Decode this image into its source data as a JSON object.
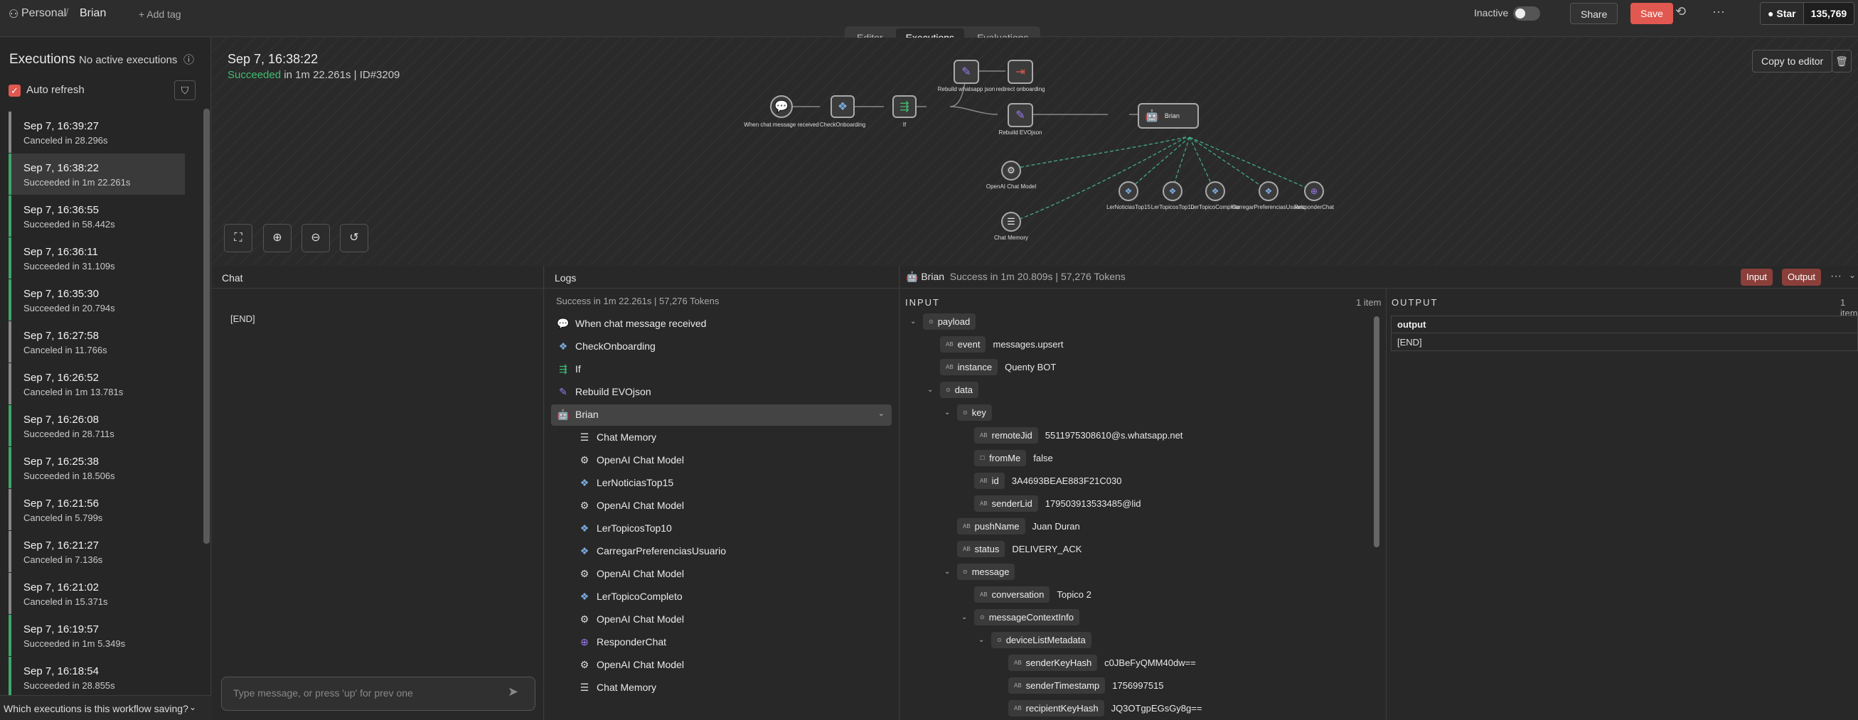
{
  "topbar": {
    "personal": "Personal",
    "separator": "/",
    "workflow": "Brian",
    "add_tag": "+ Add tag",
    "tabs": [
      "Editor",
      "Executions",
      "Evaluations"
    ],
    "active_tab": "Executions",
    "inactive_label": "Inactive",
    "share": "Share",
    "save": "Save",
    "more": "···",
    "star": "Star",
    "star_count": "135,769"
  },
  "sidebar": {
    "title": "Executions",
    "no_active": "No active executions",
    "auto_refresh": "Auto refresh",
    "executions": [
      {
        "time": "Sep 7, 16:39:27",
        "status": "Canceled in 28.296s",
        "state": "cancel"
      },
      {
        "time": "Sep 7, 16:38:22",
        "status": "Succeeded in 1m 22.261s",
        "state": "success",
        "selected": true
      },
      {
        "time": "Sep 7, 16:36:55",
        "status": "Succeeded in 58.442s",
        "state": "success"
      },
      {
        "time": "Sep 7, 16:36:11",
        "status": "Succeeded in 31.109s",
        "state": "success"
      },
      {
        "time": "Sep 7, 16:35:30",
        "status": "Succeeded in 20.794s",
        "state": "success"
      },
      {
        "time": "Sep 7, 16:27:58",
        "status": "Canceled in 11.766s",
        "state": "cancel"
      },
      {
        "time": "Sep 7, 16:26:52",
        "status": "Canceled in 1m 13.781s",
        "state": "cancel"
      },
      {
        "time": "Sep 7, 16:26:08",
        "status": "Succeeded in 28.711s",
        "state": "success"
      },
      {
        "time": "Sep 7, 16:25:38",
        "status": "Succeeded in 18.506s",
        "state": "success"
      },
      {
        "time": "Sep 7, 16:21:56",
        "status": "Canceled in 5.799s",
        "state": "cancel"
      },
      {
        "time": "Sep 7, 16:21:27",
        "status": "Canceled in 7.136s",
        "state": "cancel"
      },
      {
        "time": "Sep 7, 16:21:02",
        "status": "Canceled in 15.371s",
        "state": "cancel"
      },
      {
        "time": "Sep 7, 16:19:57",
        "status": "Succeeded in 1m 5.349s",
        "state": "success"
      },
      {
        "time": "Sep 7, 16:18:54",
        "status": "Succeeded in 28.855s",
        "state": "success"
      }
    ],
    "footer": "Which executions is this workflow saving?"
  },
  "execution": {
    "date": "Sep 7, 16:38:22",
    "status_word": "Succeeded",
    "status_rest": " in 1m 22.261s | ID#3209",
    "copy_to_editor": "Copy to editor"
  },
  "canvas": {
    "nodes": [
      {
        "label": "When chat message received"
      },
      {
        "label": "CheckOnboarding"
      },
      {
        "label": "If"
      },
      {
        "label": "Rebuild whatsapp json"
      },
      {
        "label": "redirect onboarding"
      },
      {
        "label": "Rebuild EVOjson"
      },
      {
        "label": "Brian"
      },
      {
        "label": "OpenAI Chat Model"
      },
      {
        "label": "Chat Memory"
      },
      {
        "label": "LerNoticiasTop15"
      },
      {
        "label": "LerTopicosTop10"
      },
      {
        "label": "LerTopicoCompleto"
      },
      {
        "label": "CarregarPreferenciasUsuario"
      },
      {
        "label": "ResponderChat"
      }
    ]
  },
  "chat": {
    "title": "Chat",
    "end": "[END]",
    "placeholder": "Type message, or press 'up' for prev one"
  },
  "logs": {
    "title": "Logs",
    "summary": "Success in 1m 22.261s | 57,276 Tokens",
    "items": [
      {
        "label": "When chat message received",
        "icon": "chat",
        "indent": 0
      },
      {
        "label": "CheckOnboarding",
        "icon": "pg",
        "indent": 0
      },
      {
        "label": "If",
        "icon": "if",
        "indent": 0
      },
      {
        "label": "Rebuild EVOjson",
        "icon": "pen",
        "indent": 0
      },
      {
        "label": "Brian",
        "icon": "bot",
        "indent": 0,
        "selected": true
      },
      {
        "label": "Chat Memory",
        "icon": "db",
        "indent": 1
      },
      {
        "label": "OpenAI Chat Model",
        "icon": "ai",
        "indent": 1
      },
      {
        "label": "LerNoticiasTop15",
        "icon": "pg",
        "indent": 1
      },
      {
        "label": "OpenAI Chat Model",
        "icon": "ai",
        "indent": 1
      },
      {
        "label": "LerTopicosTop10",
        "icon": "pg",
        "indent": 1
      },
      {
        "label": "CarregarPreferenciasUsuario",
        "icon": "pg",
        "indent": 1
      },
      {
        "label": "OpenAI Chat Model",
        "icon": "ai",
        "indent": 1
      },
      {
        "label": "LerTopicoCompleto",
        "icon": "pg",
        "indent": 1
      },
      {
        "label": "OpenAI Chat Model",
        "icon": "ai",
        "indent": 1
      },
      {
        "label": "ResponderChat",
        "icon": "globe",
        "indent": 1
      },
      {
        "label": "OpenAI Chat Model",
        "icon": "ai",
        "indent": 1
      },
      {
        "label": "Chat Memory",
        "icon": "db",
        "indent": 1
      }
    ]
  },
  "detail": {
    "node": "Brian",
    "meta": "Success in 1m 20.809s | 57,276 Tokens",
    "input_btn": "Input",
    "output_btn": "Output",
    "input_title": "INPUT",
    "input_count": "1 item",
    "output_title": "OUTPUT",
    "output_count": "1 item",
    "tree": [
      {
        "key": "payload",
        "value": "",
        "depth": 0,
        "type": "obj"
      },
      {
        "key": "event",
        "value": "messages.upsert",
        "depth": 1,
        "type": "str"
      },
      {
        "key": "instance",
        "value": "Quenty BOT",
        "depth": 1,
        "type": "str"
      },
      {
        "key": "data",
        "value": "",
        "depth": 1,
        "type": "obj"
      },
      {
        "key": "key",
        "value": "",
        "depth": 2,
        "type": "obj"
      },
      {
        "key": "remoteJid",
        "value": "5511975308610@s.whatsapp.net",
        "depth": 3,
        "type": "str"
      },
      {
        "key": "fromMe",
        "value": "false",
        "depth": 3,
        "type": "bool"
      },
      {
        "key": "id",
        "value": "3A4693BEAE883F21C030",
        "depth": 3,
        "type": "str"
      },
      {
        "key": "senderLid",
        "value": "179503913533485@lid",
        "depth": 3,
        "type": "str"
      },
      {
        "key": "pushName",
        "value": "Juan Duran",
        "depth": 2,
        "type": "str"
      },
      {
        "key": "status",
        "value": "DELIVERY_ACK",
        "depth": 2,
        "type": "str"
      },
      {
        "key": "message",
        "value": "",
        "depth": 2,
        "type": "obj"
      },
      {
        "key": "conversation",
        "value": "Topico 2",
        "depth": 3,
        "type": "str"
      },
      {
        "key": "messageContextInfo",
        "value": "",
        "depth": 3,
        "type": "obj"
      },
      {
        "key": "deviceListMetadata",
        "value": "",
        "depth": 4,
        "type": "obj"
      },
      {
        "key": "senderKeyHash",
        "value": "c0JBeFyQMM40dw==",
        "depth": 5,
        "type": "str"
      },
      {
        "key": "senderTimestamp",
        "value": "1756997515",
        "depth": 5,
        "type": "str"
      },
      {
        "key": "recipientKeyHash",
        "value": "JQ3OTgpEGsGy8g==",
        "depth": 5,
        "type": "str"
      }
    ],
    "output_header": "output",
    "output_value": "[END]"
  },
  "colors": {
    "success": "#3fbd72",
    "accent": "#e0584f",
    "success_bar": "#3fa66b"
  }
}
